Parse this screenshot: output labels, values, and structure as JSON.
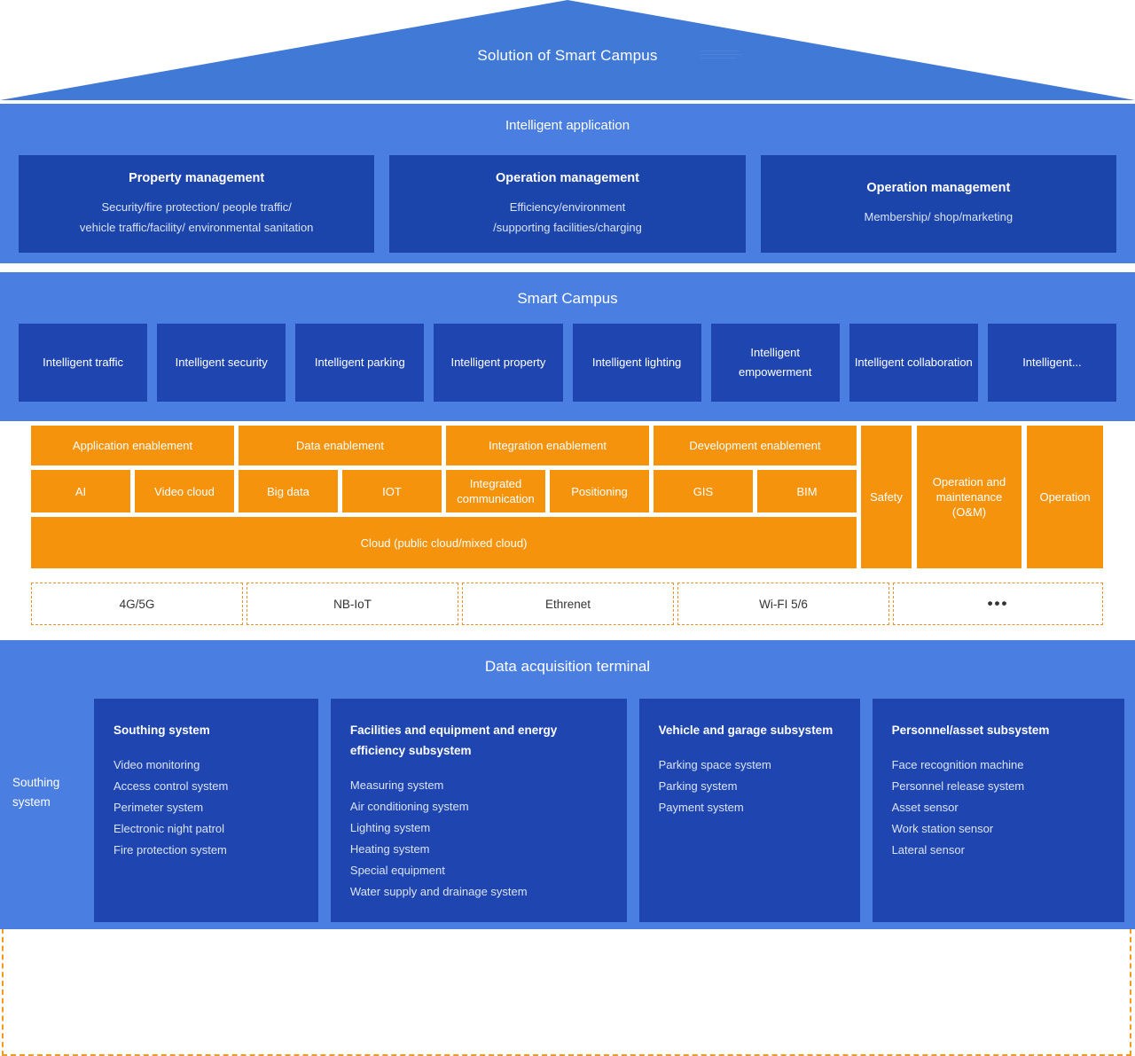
{
  "roof": {
    "title": "Solution of Smart Campus",
    "watermark": "faint-lines-watermark"
  },
  "colors": {
    "roof_blue": "#4179d7",
    "band_blue": "#4a7ee0",
    "card_dark_blue": "#1c45ac",
    "campus_card_blue": "#1f46b0",
    "orange": "#f5930c",
    "dashed_orange": "#e8922a",
    "white": "#ffffff"
  },
  "intelligent_application": {
    "title": "Intelligent application",
    "cards": [
      {
        "title": "Property management",
        "lines": [
          "Security/fire protection/ people traffic/",
          "vehicle traffic/facility/ environmental sanitation"
        ]
      },
      {
        "title": "Operation management",
        "lines": [
          "Efficiency/environment",
          "/supporting facilities/charging"
        ]
      },
      {
        "title": "Operation management",
        "lines": [
          "Membership/ shop/marketing"
        ]
      }
    ]
  },
  "smart_campus": {
    "title": "Smart Campus",
    "cards": [
      "Intelligent traffic",
      "Intelligent security",
      "Intelligent parking",
      "Intelligent property",
      "Intelligent lighting",
      "Intelligent empowerment",
      "Intelligent collaboration",
      "Intelligent..."
    ]
  },
  "platform": {
    "enablement_row": [
      "Application enablement",
      "Data enablement",
      "Integration enablement",
      "Development enablement"
    ],
    "capability_row": [
      "AI",
      "Video cloud",
      "Big data",
      "IOT",
      "Integrated communication",
      "Positioning",
      "GIS",
      "BIM"
    ],
    "cloud": "Cloud (public cloud/mixed cloud)",
    "side_columns": [
      "Safety",
      "Operation and maintenance (O&M)",
      "Operation"
    ],
    "network_row": [
      "4G/5G",
      "NB-IoT",
      "Ethrenet",
      "Wi-FI 5/6",
      "•••"
    ]
  },
  "data_acquisition": {
    "title": "Data acquisition terminal",
    "side_label": "Southing system",
    "cards": [
      {
        "title": "Southing system",
        "items": [
          "Video monitoring",
          "Access control system",
          "Perimeter system",
          "Electronic night patrol",
          "Fire protection system"
        ]
      },
      {
        "title": "Facilities and equipment and energy efficiency subsystem",
        "items": [
          "Measuring system",
          "Air conditioning system",
          "Lighting system",
          "Heating system",
          "Special equipment",
          "Water supply and drainage system"
        ]
      },
      {
        "title": "Vehicle and garage subsystem",
        "items": [
          "Parking space system",
          "Parking system",
          "Payment system"
        ]
      },
      {
        "title": "Personnel/asset subsystem",
        "items": [
          "Face recognition machine",
          "Personnel release system",
          "Asset sensor",
          "Work station sensor",
          "Lateral sensor"
        ]
      }
    ]
  }
}
